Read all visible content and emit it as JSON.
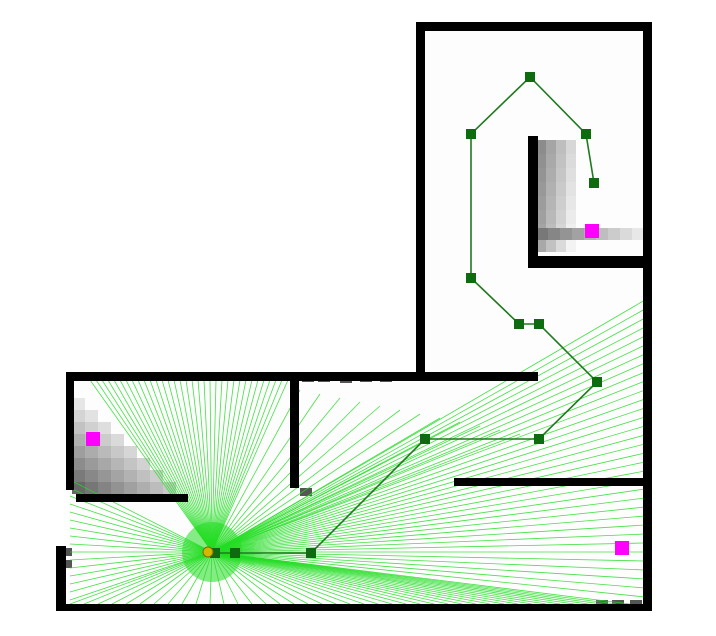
{
  "scene": {
    "background": "#ffffff",
    "free_space": "#fdfdfd",
    "wall_color": "#000000",
    "path_color": "#1f7a1f",
    "waypoint_color": "#0f6b0f",
    "laser_color": "#22dd22",
    "goal_color": "#ff00ff",
    "robot_color": "#d4b800",
    "laser_ray_count": 90,
    "waypoint_count": 14,
    "goal_marker_count": 3
  }
}
